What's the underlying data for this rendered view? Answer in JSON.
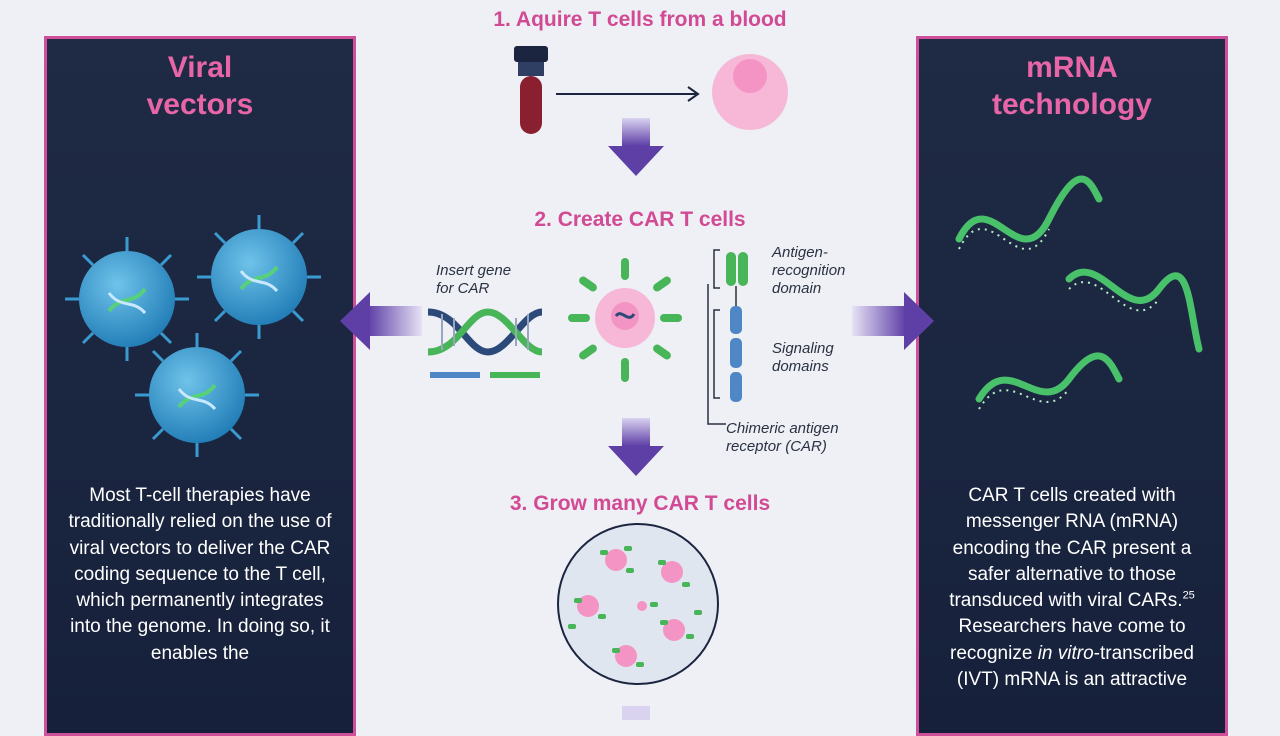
{
  "left_panel": {
    "title": "Viral\nvectors",
    "text": "Most T-cell therapies have traditionally relied on the use of viral vectors to deliver the CAR coding sequence to the T cell, which permanently integrates into the genome. In doing so, it enables the",
    "icons": [
      "virus-icon",
      "virus-icon",
      "virus-icon"
    ]
  },
  "right_panel": {
    "title": "mRNA\ntechnology",
    "text_parts": {
      "a": "CAR T cells created with messenger RNA (mRNA) encoding the CAR present a safer alternative to those transduced with viral CARs.",
      "sup": "25",
      "b": " Researchers have come to recognize ",
      "em1": "in vitro",
      "c": "-transcribed (IVT) mRNA is an attractive"
    },
    "icons": [
      "mrna-strand-icon",
      "mrna-strand-icon",
      "mrna-strand-icon"
    ]
  },
  "steps": [
    {
      "title": "1. Aquire T cells from a blood"
    },
    {
      "title": "2. Create CAR T cells"
    },
    {
      "title": "3. Grow many CAR T cells"
    }
  ],
  "labels": {
    "insert_gene": "Insert gene\nfor CAR",
    "antigen": "Antigen-\nrecognition\ndomain",
    "signaling": "Signaling\ndomains",
    "car": "Chimeric antigen\nreceptor (CAR)"
  },
  "colors": {
    "accent_pink": "#d04f9a",
    "panel_navy": "#1f2a44",
    "arrow_purple": "#5e3fa6",
    "virus_blue": "#2f8fc6",
    "car_green": "#47b558",
    "signal_blue": "#4f86c6"
  }
}
